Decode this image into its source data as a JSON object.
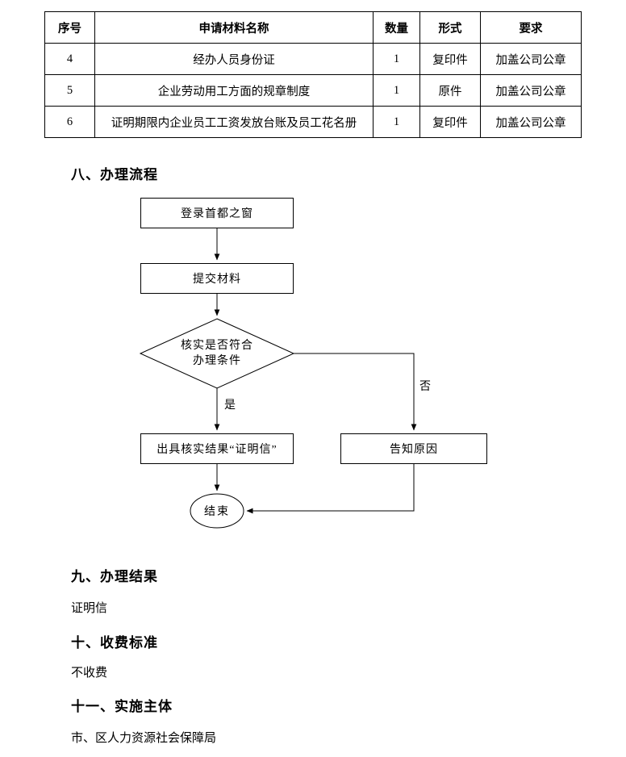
{
  "table": {
    "headers": [
      "序号",
      "申请材料名称",
      "数量",
      "形式",
      "要求"
    ],
    "rows": [
      [
        "4",
        "经办人员身份证",
        "1",
        "复印件",
        "加盖公司公章"
      ],
      [
        "5",
        "企业劳动用工方面的规章制度",
        "1",
        "原件",
        "加盖公司公章"
      ],
      [
        "6",
        "证明期限内企业员工工资发放台账及员工花名册",
        "1",
        "复印件",
        "加盖公司公章"
      ]
    ]
  },
  "sections": {
    "process_heading": "八、办理流程",
    "result_heading": "九、办理结果",
    "result_text": "证明信",
    "fee_heading": "十、收费标准",
    "fee_text": "不收费",
    "entity_heading": "十一、实施主体",
    "entity_text": "市、区人力资源社会保障局"
  },
  "flowchart": {
    "nodes": {
      "login": "登录首都之窗",
      "submit": "提交材料",
      "verify_line1": "核实是否符合",
      "verify_line2": "办理条件",
      "issue": "出具核实结果“证明信”",
      "inform": "告知原因",
      "end": "结束"
    },
    "branch_labels": {
      "yes": "是",
      "no": "否"
    }
  }
}
